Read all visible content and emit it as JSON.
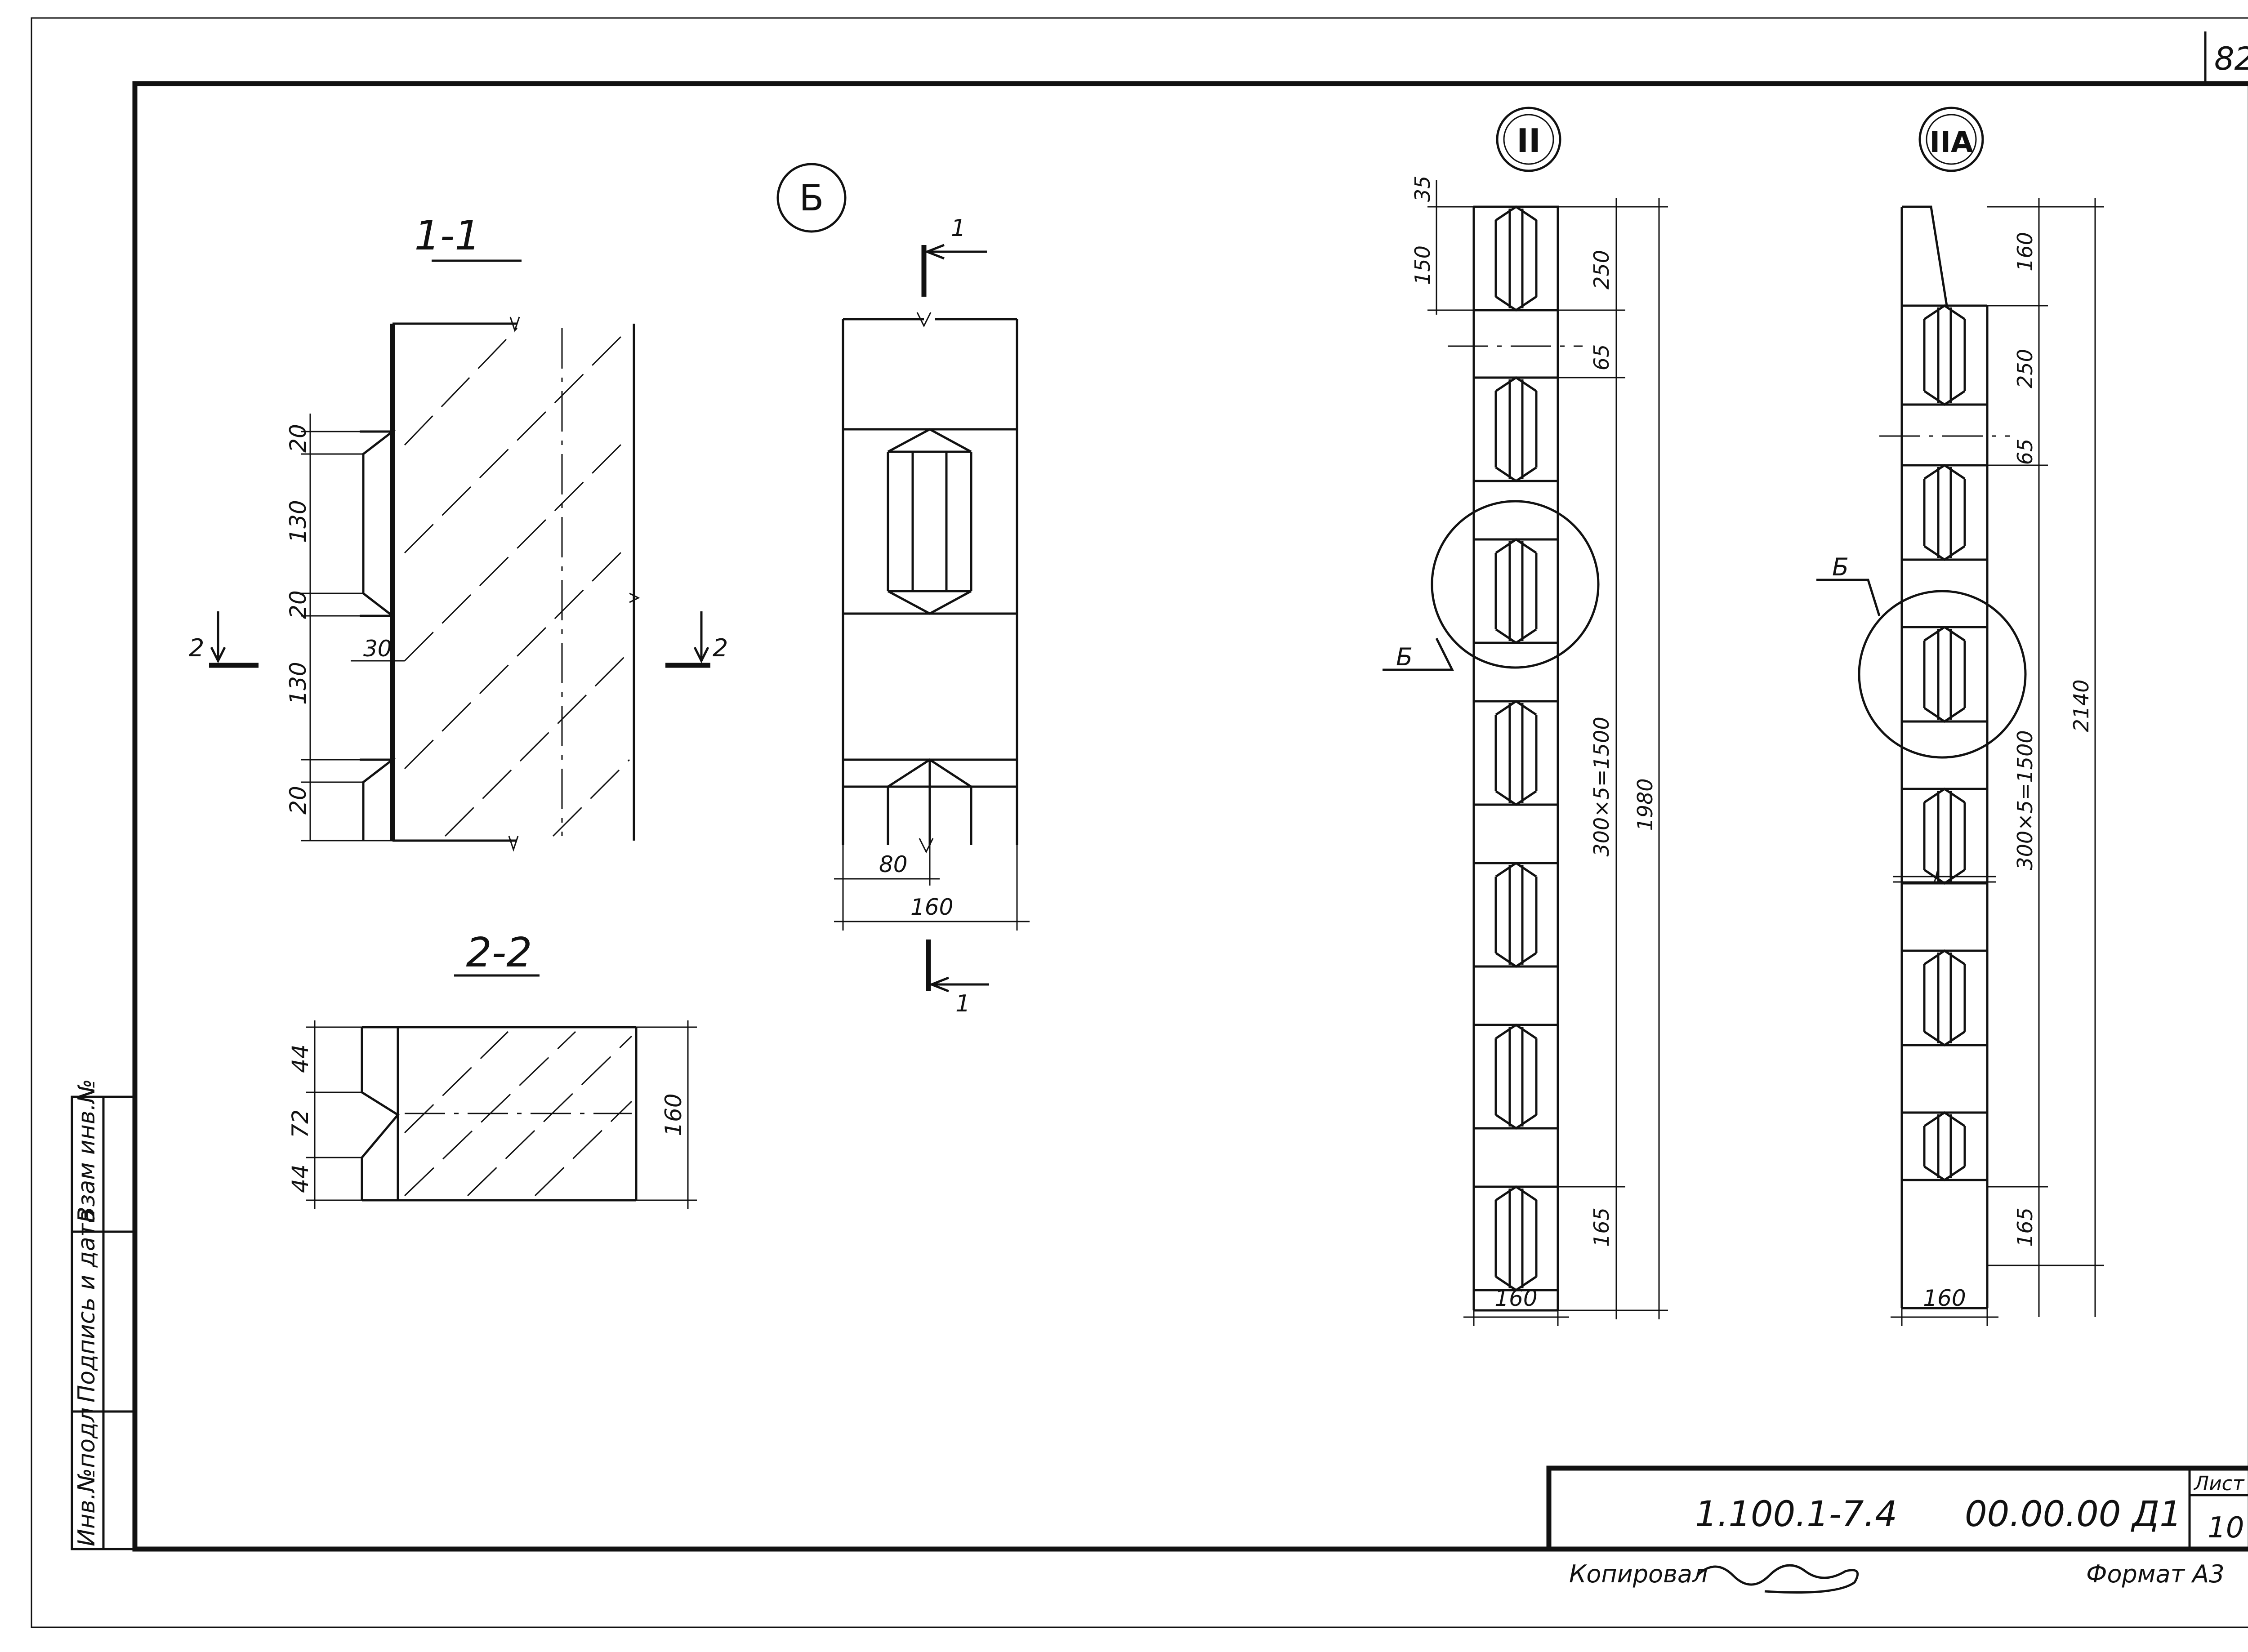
{
  "sheet": {
    "page_number": "82",
    "doc_code": "1.100.1-7.4",
    "drawing_code": "00.00.00 Д1",
    "sheet_label": "Лист",
    "sheet_number": "10",
    "copied_by": "Копировал",
    "format": "Формат А3"
  },
  "side_stamp": {
    "inv_orig": "Инв.№подл",
    "sign_date": "Подпись и дата",
    "vzam_inv": "Взам инв.№"
  },
  "views": {
    "section_1_1": {
      "title": "1-1",
      "dims": [
        "20",
        "130",
        "20",
        "130",
        "20",
        "30"
      ]
    },
    "section_2_2": {
      "title": "2-2",
      "dims": [
        "44",
        "72",
        "44",
        "160"
      ]
    },
    "cut_2": "2",
    "cut_1": "1",
    "detail_b": {
      "label": "Б",
      "dims": [
        "80",
        "160"
      ]
    },
    "view_ii": {
      "label": "II",
      "callout": "Б",
      "dims": [
        "35",
        "150",
        "250",
        "65",
        "300×5=1500",
        "1980",
        "165",
        "160"
      ]
    },
    "view_iia": {
      "label": "IIA",
      "callout": "Б",
      "dims": [
        "160",
        "250",
        "65",
        "2140",
        "300×5=1500",
        "165",
        "160"
      ]
    }
  }
}
